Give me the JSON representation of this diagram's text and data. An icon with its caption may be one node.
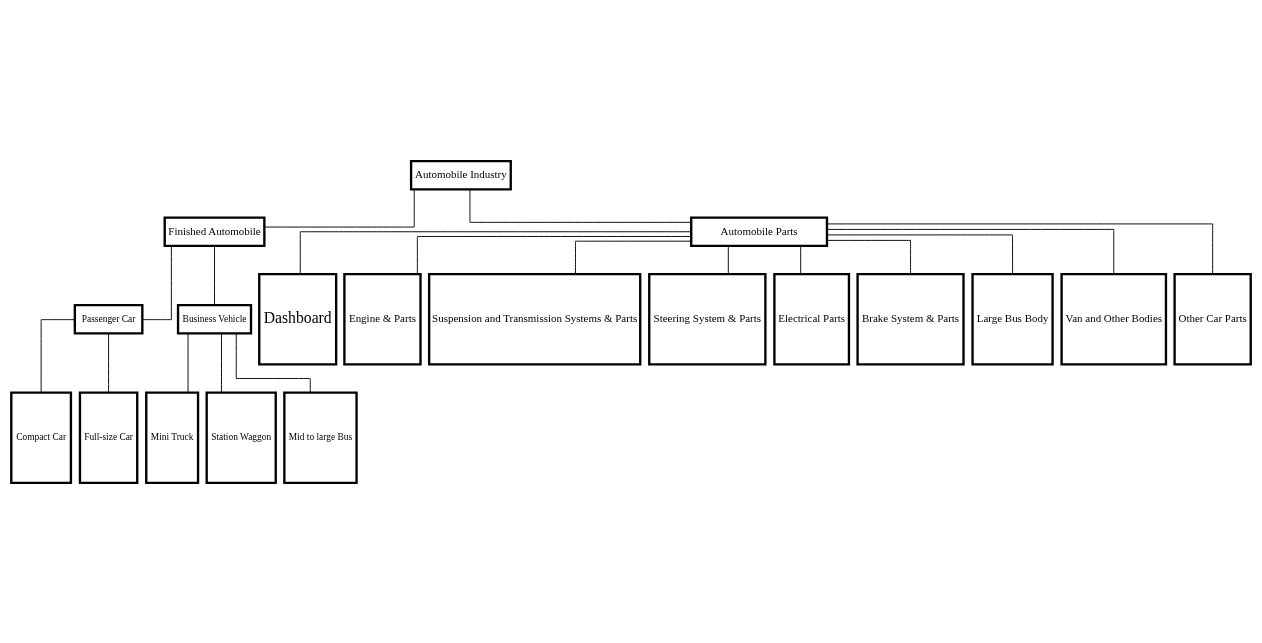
{
  "diagram": {
    "nodes": [
      {
        "text": [
          "Automobile Industry"
        ]
      },
      {
        "text": [
          "Finished Automobile"
        ]
      },
      {
        "text": [
          "Automobile Parts"
        ]
      },
      {
        "text": [
          "Passenger Car"
        ]
      },
      {
        "text": [
          "Business Vehicle"
        ]
      },
      {
        "text": [
          "Compact Car"
        ]
      },
      {
        "text": [
          "Full-size Car"
        ]
      },
      {
        "text": [
          "Mini Truck"
        ]
      },
      {
        "text": [
          "Station Waggon"
        ]
      },
      {
        "text": [
          "Mid to large Bus"
        ]
      },
      {
        "text": [
          "Dashboard"
        ]
      },
      {
        "text": [
          "Engine & Parts"
        ]
      },
      {
        "text": [
          "Suspension and Transmission Systems & Parts"
        ]
      },
      {
        "text": [
          "Steering System & Parts"
        ]
      },
      {
        "text": [
          "Electrical Parts"
        ]
      },
      {
        "text": [
          "Brake System & Parts"
        ]
      },
      {
        "text": [
          "Large Bus Body"
        ]
      },
      {
        "text": [
          "Van and Other Bodies"
        ]
      },
      {
        "text": [
          "Other Car Parts"
        ]
      }
    ],
    "edges": [
      {
        "from": 0,
        "to": 1,
        "arrow": "none"
      },
      {
        "from": 0,
        "to": 2,
        "arrow": "none"
      },
      {
        "from": 1,
        "to": 3,
        "arrow": "none"
      },
      {
        "from": 1,
        "to": 4,
        "arrow": "none"
      },
      {
        "from": 3,
        "to": 5,
        "arrow": "none"
      },
      {
        "from": 3,
        "to": 6,
        "arrow": "none"
      },
      {
        "from": 4,
        "to": 7,
        "arrow": "none"
      },
      {
        "from": 4,
        "to": 8,
        "arrow": "none"
      },
      {
        "from": 4,
        "to": 9,
        "arrow": "none"
      },
      {
        "from": 2,
        "to": 10,
        "arrow": "none"
      },
      {
        "from": 2,
        "to": 11,
        "arrow": "none"
      },
      {
        "from": 2,
        "to": 12,
        "arrow": "none"
      },
      {
        "from": 2,
        "to": 13,
        "arrow": "none"
      },
      {
        "from": 2,
        "to": 14,
        "arrow": "none"
      },
      {
        "from": 2,
        "to": 15,
        "arrow": "none"
      },
      {
        "from": 2,
        "to": 16,
        "arrow": "none"
      },
      {
        "from": 2,
        "to": 17,
        "arrow": "none"
      },
      {
        "from": 2,
        "to": 18,
        "arrow": "none"
      }
    ]
  }
}
